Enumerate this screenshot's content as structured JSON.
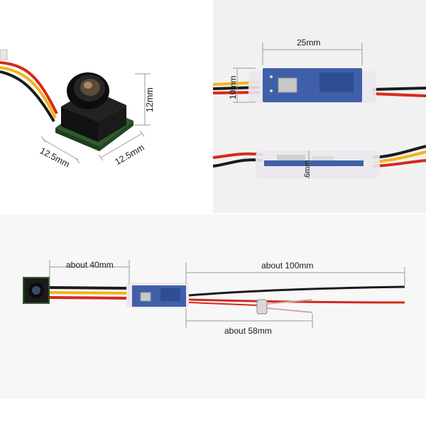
{
  "top_left_panel": {
    "dims": {
      "height": "12mm",
      "width_left": "12.5mm",
      "width_right": "12.5mm"
    }
  },
  "top_right_panel": {
    "dims": {
      "board_length": "25mm",
      "board_height": "10mm",
      "board_thickness": "6mm"
    }
  },
  "bottom_panel": {
    "dims": {
      "camera_to_vtx": "about 40mm",
      "wire_total": "about 100mm",
      "antenna_length": "about 58mm"
    }
  },
  "colors": {
    "wire_red": "#d42a1e",
    "wire_yellow": "#f2b41a",
    "wire_black": "#1b1b1b",
    "pcb_blue": "#3f5fa8",
    "camera_pcb": "#2e5a2a",
    "dimension_line": "#9a9a9a"
  }
}
